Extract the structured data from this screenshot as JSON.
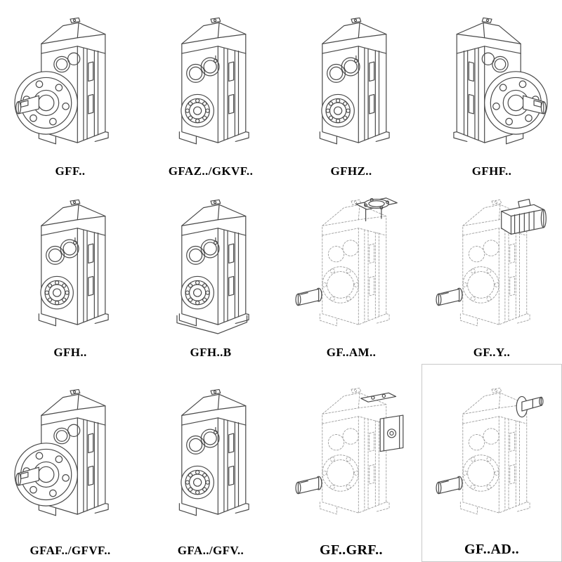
{
  "page": {
    "description": "Parallel shaft helical gear reducer catalog drawing grid",
    "colors": {
      "background": "#ffffff",
      "line": "#4a4a4a",
      "dashed_line": "#9a9a9a",
      "label_text": "#000000"
    }
  },
  "catalog": {
    "items": [
      {
        "label": "GFF..",
        "drawing": "gearbox-flange-output"
      },
      {
        "label": "GFAZ../GKVF..",
        "drawing": "gearbox-shaft-mounted"
      },
      {
        "label": "GFHZ..",
        "drawing": "gearbox-hollow-shaft"
      },
      {
        "label": "GFHF..",
        "drawing": "gearbox-flange-output-right"
      },
      {
        "label": "GFH..",
        "drawing": "gearbox-foot-mounted"
      },
      {
        "label": "GFH..B",
        "drawing": "gearbox-foot-mounted-base"
      },
      {
        "label": "GF..AM..",
        "drawing": "gearbox-motor-flange-adapter-dashed"
      },
      {
        "label": "GF..Y..",
        "drawing": "gearbox-with-motor-dashed"
      },
      {
        "label": "GFAF../GFVF..",
        "drawing": "gearbox-flange-output"
      },
      {
        "label": "GFA../GFV..",
        "drawing": "gearbox-shaft-mounted"
      },
      {
        "label": "GF..GRF..",
        "drawing": "gearbox-input-gearbox-dashed"
      },
      {
        "label": "GF..AD..",
        "drawing": "gearbox-input-adapter-dashed"
      }
    ]
  }
}
